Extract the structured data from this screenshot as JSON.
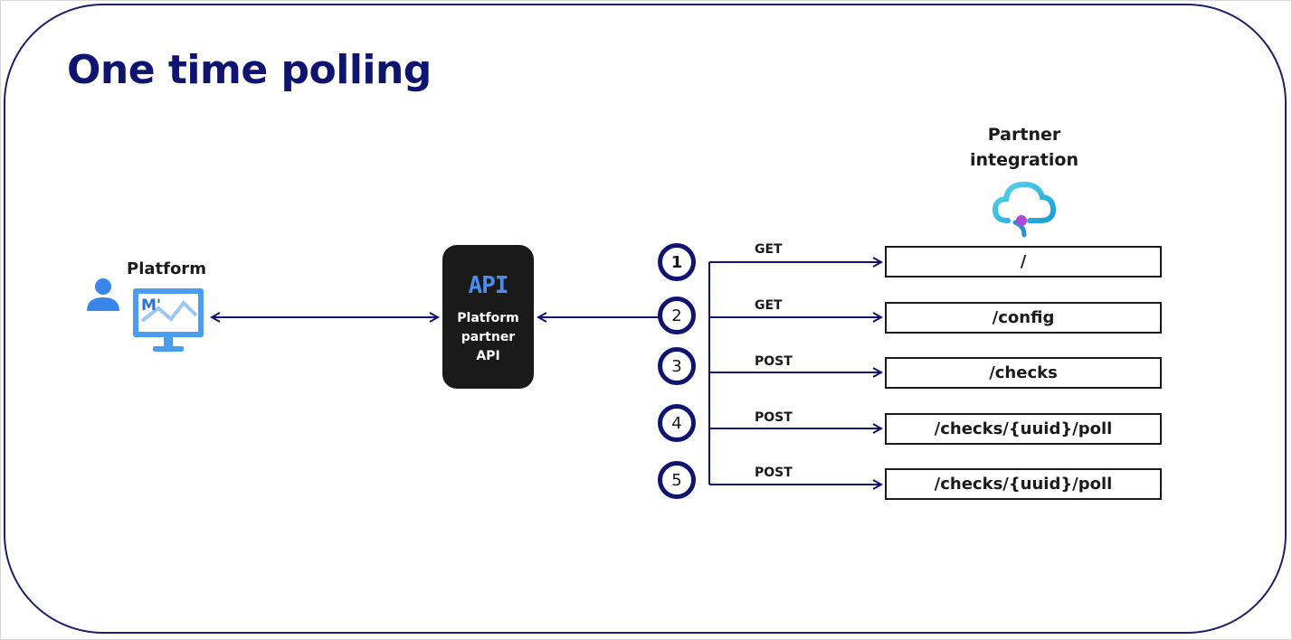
{
  "title": "One time polling",
  "platform": {
    "label": "Platform",
    "user_icon": "user-icon",
    "monitor_icon": "monitor-chart-icon",
    "monitor_logo_text": "M'"
  },
  "api": {
    "glyph": "API",
    "name": "Platform\npartner\nAPI"
  },
  "partner": {
    "label": "Partner integration",
    "icon": "cloud-integration-icon"
  },
  "steps": [
    {
      "number": "1",
      "method": "GET",
      "endpoint": "/"
    },
    {
      "number": "2",
      "method": "GET",
      "endpoint": "/config"
    },
    {
      "number": "3",
      "method": "POST",
      "endpoint": "/checks"
    },
    {
      "number": "4",
      "method": "POST",
      "endpoint": "/checks/{uuid}/poll"
    },
    {
      "number": "5",
      "method": "POST",
      "endpoint": "/checks/{uuid}/poll"
    }
  ],
  "colors": {
    "navy": "#0f1470",
    "frame": "#1d1f6b",
    "api_box": "#1a1a1a",
    "api_glyph": "#4a8cf0",
    "monitor_blue": "#4a9df0",
    "cloud_cyan": "#3cc6e8",
    "cloud_magenta": "#b04ad6"
  }
}
